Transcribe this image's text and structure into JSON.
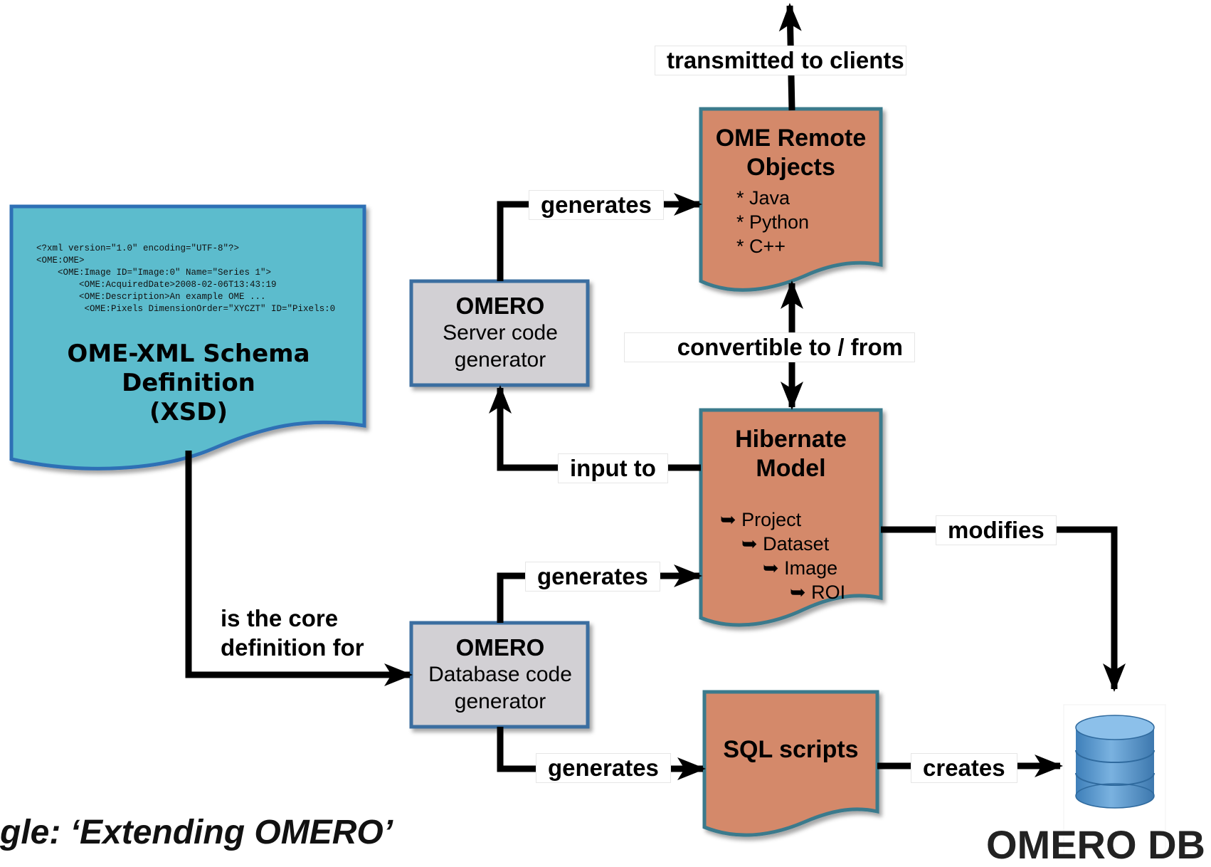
{
  "xsd_doc": {
    "code_lines": [
      "<?xml version=\"1.0\" encoding=\"UTF-8\"?>",
      "<OME:OME>",
      "    <OME:Image ID=\"Image:0\" Name=\"Series 1\">",
      "        <OME:AcquiredDate>2008-02-06T13:43:19",
      "        <OME:Description>An example OME ...",
      "         <OME:Pixels DimensionOrder=\"XYCZT\" ID=\"Pixels:0"
    ],
    "title_lines": [
      "OME-XML Schema",
      "Definition",
      "(XSD)"
    ]
  },
  "server_gen": {
    "title": "OMERO",
    "lines": [
      "Server code",
      "generator"
    ]
  },
  "db_gen": {
    "title": "OMERO",
    "lines": [
      "Database code",
      "generator"
    ]
  },
  "remote_objects": {
    "title_lines": [
      "OME Remote",
      "Objects"
    ],
    "items": [
      "* Java",
      "* Python",
      "* C++"
    ]
  },
  "hibernate": {
    "title_lines": [
      "Hibernate",
      "Model"
    ],
    "items": [
      "Project",
      "Dataset",
      "Image",
      "ROI"
    ],
    "item_marker": "➥"
  },
  "sql": {
    "title": "SQL scripts"
  },
  "omero_db": {
    "label": "OMERO DB"
  },
  "edges": {
    "transmitted": "transmitted to clients",
    "generates_remote": "generates",
    "convertible": "convertible to / from",
    "input_to": "input to",
    "generates_hibernate": "generates",
    "modifies": "modifies",
    "core_def_lines": [
      "is the core",
      "definition for"
    ],
    "generates_sql": "generates",
    "creates": "creates"
  },
  "caption": "gle: ‘Extending OMERO’",
  "colors": {
    "xsd_fill": "#5bbccd",
    "xsd_border": "#2f6fb5",
    "gen_fill": "#d2d0d4",
    "gen_border": "#3a6ea0",
    "orange_fill": "#d4896a",
    "orange_border": "#3a7a8c",
    "db_blue": "#5a9ad0",
    "arrow": "#000000"
  }
}
